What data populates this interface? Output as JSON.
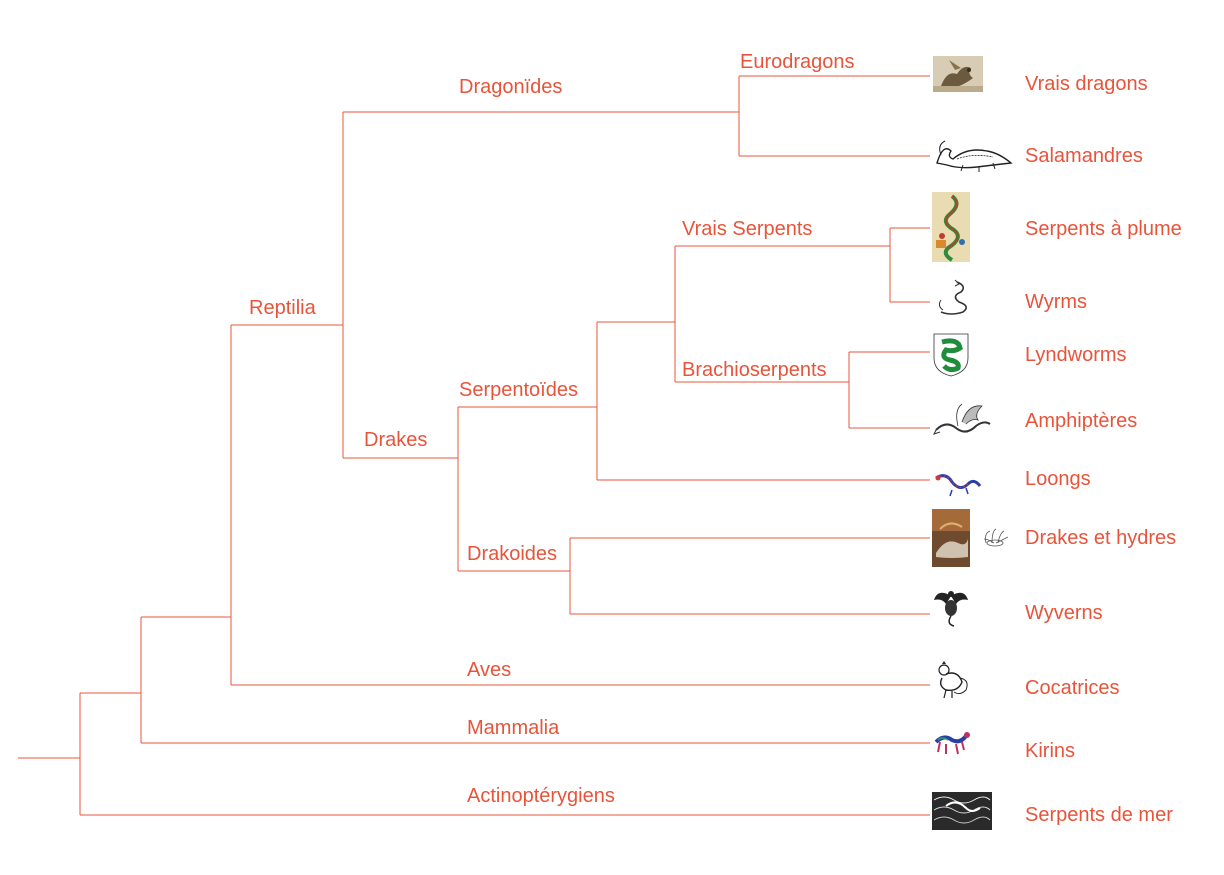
{
  "colors": {
    "line": "#e8543a",
    "text": "#e8543a"
  },
  "clades": {
    "reptilia": "Reptilia",
    "dragonides": "Dragonïdes",
    "eurodragons": "Eurodragons",
    "drakes": "Drakes",
    "serpentoides": "Serpentoïdes",
    "vrais_serpents": "Vrais Serpents",
    "brachioserpents": "Brachioserpents",
    "drakoides": "Drakoides",
    "aves": "Aves",
    "mammalia": "Mammalia",
    "actinopterygiens": "Actinoptérygiens"
  },
  "leaves": {
    "vrais_dragons": "Vrais dragons",
    "salamandres": "Salamandres",
    "serpents_plume": "Serpents à plume",
    "wyrms": "Wyrms",
    "lyndworms": "Lyndworms",
    "amphipteres": "Amphiptères",
    "loongs": "Loongs",
    "drakes_hydres": "Drakes et hydres",
    "wyverns": "Wyverns",
    "cocatrices": "Cocatrices",
    "kirins": "Kirins",
    "serpents_mer": "Serpents de mer"
  },
  "thumbnails": {
    "vrais_dragons": {
      "icon": "winged-dragon-painting-icon"
    },
    "salamandres": {
      "icon": "salamander-engraving-icon"
    },
    "serpents_plume": {
      "icon": "feathered-serpent-codex-icon"
    },
    "wyrms": {
      "icon": "coiled-wyrm-sketch-icon"
    },
    "lyndworms": {
      "icon": "green-lindworm-shield-icon"
    },
    "amphipteres": {
      "icon": "winged-serpent-engraving-icon"
    },
    "loongs": {
      "icon": "chinese-loong-icon"
    },
    "drakes_hydres": {
      "icon": "drake-painting-icon"
    },
    "hydre": {
      "icon": "hydra-sketch-icon"
    },
    "wyverns": {
      "icon": "wyvern-woodcut-icon"
    },
    "cocatrices": {
      "icon": "cockatrice-woodcut-icon"
    },
    "kirins": {
      "icon": "qilin-colorful-icon"
    },
    "serpents_mer": {
      "icon": "sea-serpent-woodcut-icon"
    }
  }
}
